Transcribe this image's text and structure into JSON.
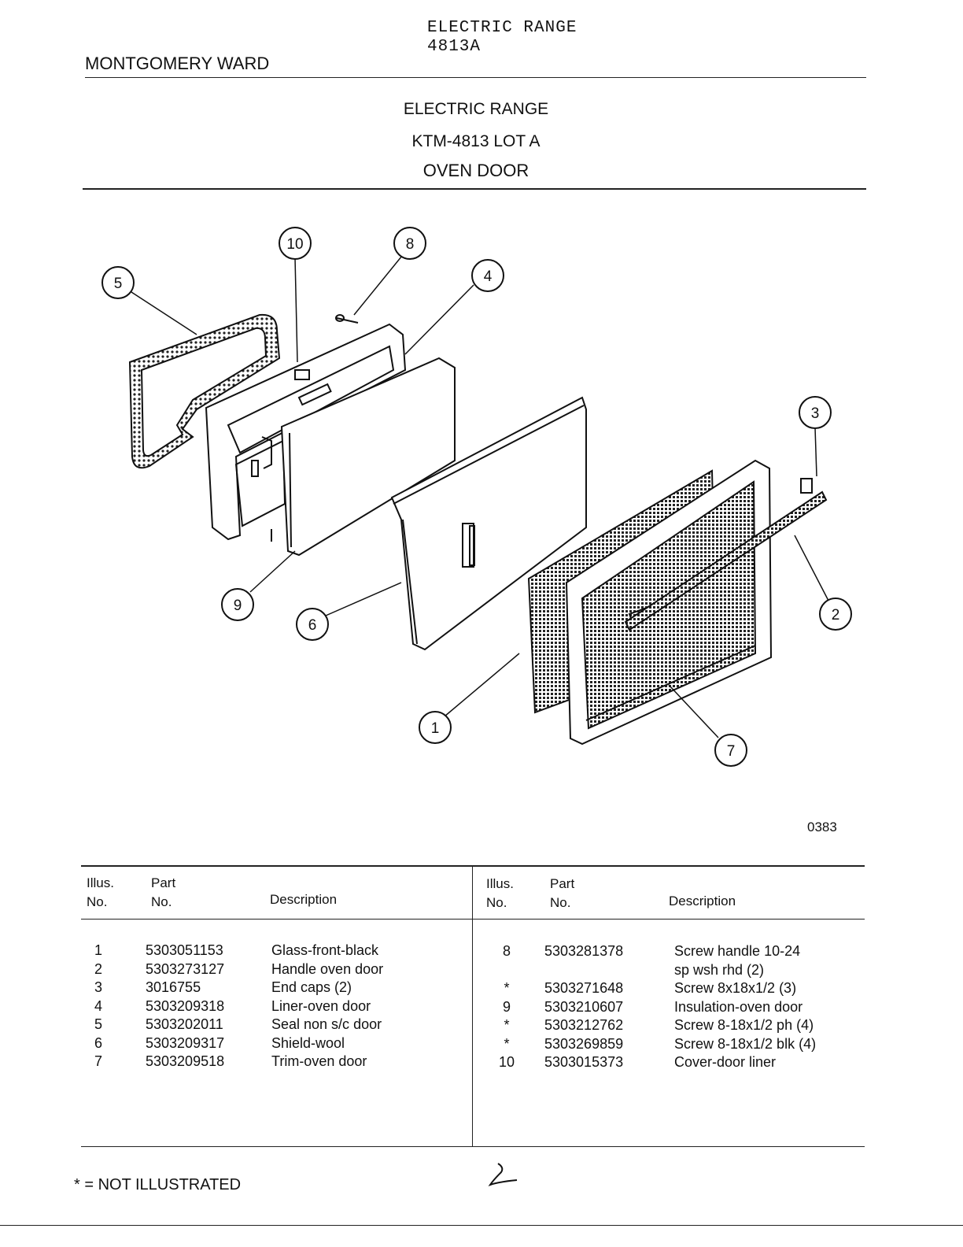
{
  "header": {
    "model_title": "ELECTRIC RANGE",
    "model_number": "4813A",
    "brand": "MONTGOMERY WARD"
  },
  "title_block": {
    "line1": "ELECTRIC RANGE",
    "line2": "KTM-4813 LOT A",
    "line3": "OVEN DOOR"
  },
  "diagram": {
    "figure_code": "0383",
    "callouts": [
      "1",
      "2",
      "3",
      "4",
      "5",
      "6",
      "7",
      "8",
      "9",
      "10"
    ]
  },
  "table_headers": {
    "illus_line1": "Illus.",
    "illus_line2": "No.",
    "part_line1": "Part",
    "part_line2": "No.",
    "description": "Description"
  },
  "parts_left": [
    {
      "illus": "1",
      "part": "5303051153",
      "description": "Glass-front-black"
    },
    {
      "illus": "2",
      "part": "5303273127",
      "description": "Handle oven door"
    },
    {
      "illus": "3",
      "part": "3016755",
      "description": "End caps (2)"
    },
    {
      "illus": "4",
      "part": "5303209318",
      "description": "Liner-oven door"
    },
    {
      "illus": "5",
      "part": "5303202011",
      "description": "Seal non s/c door"
    },
    {
      "illus": "6",
      "part": "5303209317",
      "description": "Shield-wool"
    },
    {
      "illus": "7",
      "part": "5303209518",
      "description": "Trim-oven door"
    }
  ],
  "parts_right": [
    {
      "illus": "8",
      "part": "5303281378",
      "description": "Screw handle 10-24"
    },
    {
      "illus": "",
      "part": "",
      "description": "sp wsh rhd (2)"
    },
    {
      "illus": "*",
      "part": "5303271648",
      "description": "Screw 8x18x1/2 (3)"
    },
    {
      "illus": "9",
      "part": "5303210607",
      "description": "Insulation-oven door"
    },
    {
      "illus": "*",
      "part": "5303212762",
      "description": "Screw 8-18x1/2 ph (4)"
    },
    {
      "illus": "*",
      "part": "5303269859",
      "description": "Screw 8-18x1/2 blk (4)"
    },
    {
      "illus": "10",
      "part": "5303015373",
      "description": "Cover-door liner"
    }
  ],
  "footnote": "* = NOT ILLUSTRATED"
}
